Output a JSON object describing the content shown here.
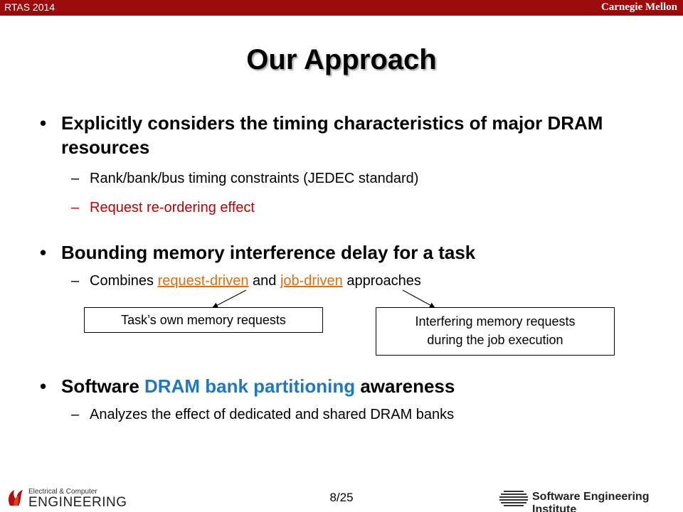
{
  "header": {
    "conference": "RTAS 2014",
    "institution": "Carnegie Mellon"
  },
  "slide": {
    "title": "Our Approach",
    "bullet_glyph": "•",
    "dash_glyph": "–",
    "bullets": [
      {
        "text": "Explicitly considers the timing characteristics of major DRAM resources",
        "subs": [
          "Rank/bank/bus timing constraints (JEDEC standard)",
          "Request re-ordering effect"
        ]
      },
      {
        "text": "Bounding memory interference delay for a task",
        "sub_prefix": "Combines ",
        "link1": "request-driven",
        "sub_middle": " and ",
        "link2": "job-driven",
        "sub_suffix": " approaches"
      },
      {
        "prefix": "Software ",
        "highlight": "DRAM bank partitioning",
        "suffix": " awareness",
        "subs": [
          "Analyzes the effect of dedicated and shared DRAM banks"
        ]
      }
    ],
    "callouts": {
      "left": "Task’s own memory requests",
      "right_line1": "Interfering memory requests",
      "right_line2": "during the job execution"
    }
  },
  "footer": {
    "page": "8/25",
    "ece_line1": "Electrical & Computer",
    "ece_line2": "ENGINEERING",
    "sei": "Software Engineering Institute"
  },
  "colors": {
    "topbar": "#9b0b0b",
    "red_text": "#c00000",
    "blue_text": "#1f78c4",
    "link_orange": "#e46c0a"
  }
}
